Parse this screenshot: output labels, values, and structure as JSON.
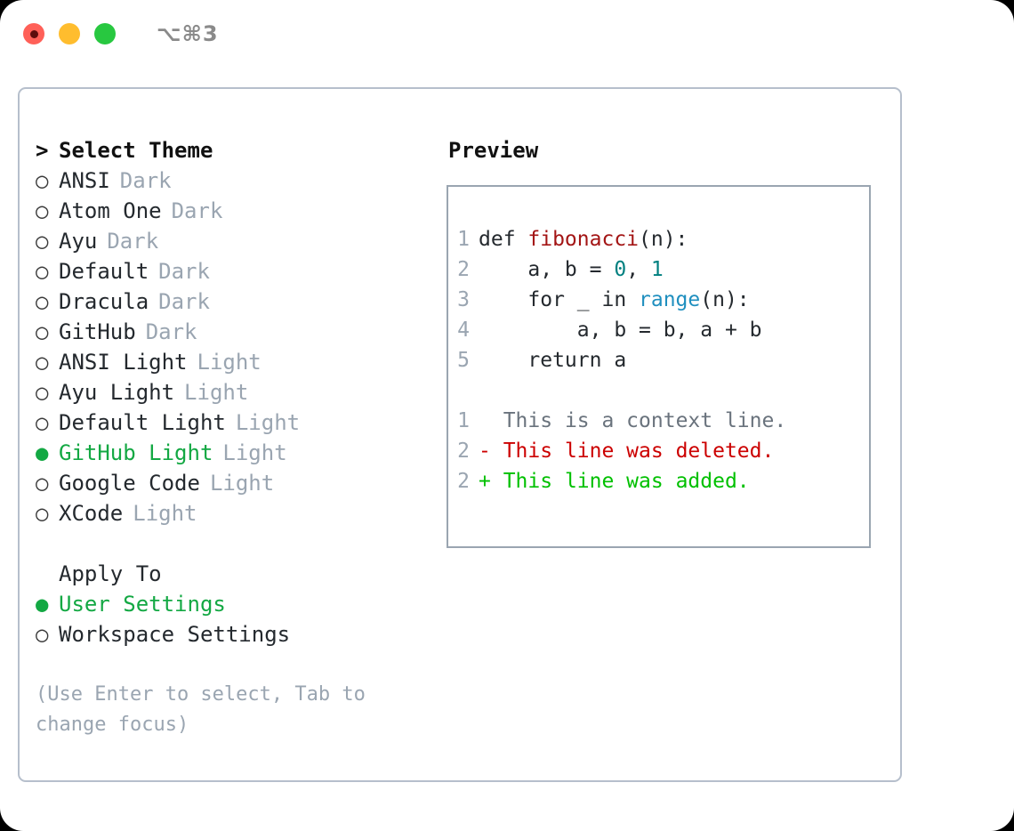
{
  "titlebar": {
    "shortcut": "⌥⌘3",
    "dots": [
      {
        "name": "close",
        "color": "#ff6058"
      },
      {
        "name": "minimize",
        "color": "#ffbd2e"
      },
      {
        "name": "maximize",
        "color": "#28c840"
      }
    ]
  },
  "theme_list": {
    "header_prefix": ">",
    "header": "Select Theme",
    "items": [
      {
        "prefix": "○",
        "name": "ANSI",
        "variant": "Dark",
        "selected": false
      },
      {
        "prefix": "○",
        "name": "Atom One",
        "variant": "Dark",
        "selected": false
      },
      {
        "prefix": "○",
        "name": "Ayu",
        "variant": "Dark",
        "selected": false
      },
      {
        "prefix": "○",
        "name": "Default",
        "variant": "Dark",
        "selected": false
      },
      {
        "prefix": "○",
        "name": "Dracula",
        "variant": "Dark",
        "selected": false
      },
      {
        "prefix": "○",
        "name": "GitHub",
        "variant": "Dark",
        "selected": false
      },
      {
        "prefix": "○",
        "name": "ANSI Light",
        "variant": "Light",
        "selected": false
      },
      {
        "prefix": "○",
        "name": "Ayu Light",
        "variant": "Light",
        "selected": false
      },
      {
        "prefix": "○",
        "name": "Default Light",
        "variant": "Light",
        "selected": false
      },
      {
        "prefix": "●",
        "name": "GitHub Light",
        "variant": "Light",
        "selected": true
      },
      {
        "prefix": "○",
        "name": "Google Code",
        "variant": "Light",
        "selected": false
      },
      {
        "prefix": "○",
        "name": "XCode",
        "variant": "Light",
        "selected": false
      }
    ]
  },
  "apply_to": {
    "header": "Apply To",
    "items": [
      {
        "prefix": "●",
        "name": "User Settings",
        "selected": true
      },
      {
        "prefix": "○",
        "name": "Workspace Settings",
        "selected": false
      }
    ]
  },
  "hint": "(Use Enter to select, Tab to change focus)",
  "preview": {
    "title": "Preview",
    "code_lines": [
      {
        "no": "1",
        "tokens": [
          {
            "t": "def ",
            "c": "tok-def"
          },
          {
            "t": "fibonacci",
            "c": "tok-fn"
          },
          {
            "t": "(n):",
            "c": "tok-plain"
          }
        ]
      },
      {
        "no": "2",
        "tokens": [
          {
            "t": "    a, b = ",
            "c": "tok-plain"
          },
          {
            "t": "0",
            "c": "tok-num"
          },
          {
            "t": ", ",
            "c": "tok-plain"
          },
          {
            "t": "1",
            "c": "tok-num"
          }
        ]
      },
      {
        "no": "3",
        "tokens": [
          {
            "t": "    for _ in ",
            "c": "tok-plain"
          },
          {
            "t": "range",
            "c": "tok-builtin"
          },
          {
            "t": "(n):",
            "c": "tok-plain"
          }
        ]
      },
      {
        "no": "4",
        "tokens": [
          {
            "t": "        a, b = b, a + b",
            "c": "tok-plain"
          }
        ]
      },
      {
        "no": "5",
        "tokens": [
          {
            "t": "    return a",
            "c": "tok-plain"
          }
        ]
      }
    ],
    "diff_lines": [
      {
        "no": "1",
        "marker": "  ",
        "text": "This is a context line.",
        "cls": "diff-context"
      },
      {
        "no": "2",
        "marker": "- ",
        "text": "This line was deleted.",
        "cls": "diff-del"
      },
      {
        "no": "2",
        "marker": "+ ",
        "text": "This line was added.",
        "cls": "diff-add"
      }
    ]
  },
  "colors": {
    "selected_green": "#13a843",
    "muted_gray": "#9aa5b1",
    "border": "#b6bfcc",
    "code_border": "#9aa5b1",
    "function_red": "#a31515",
    "number_teal": "#008080",
    "builtin_blue": "#1f8fbf",
    "diff_delete": "#cc0000",
    "diff_add": "#00c000",
    "diff_context": "#6a737d"
  }
}
